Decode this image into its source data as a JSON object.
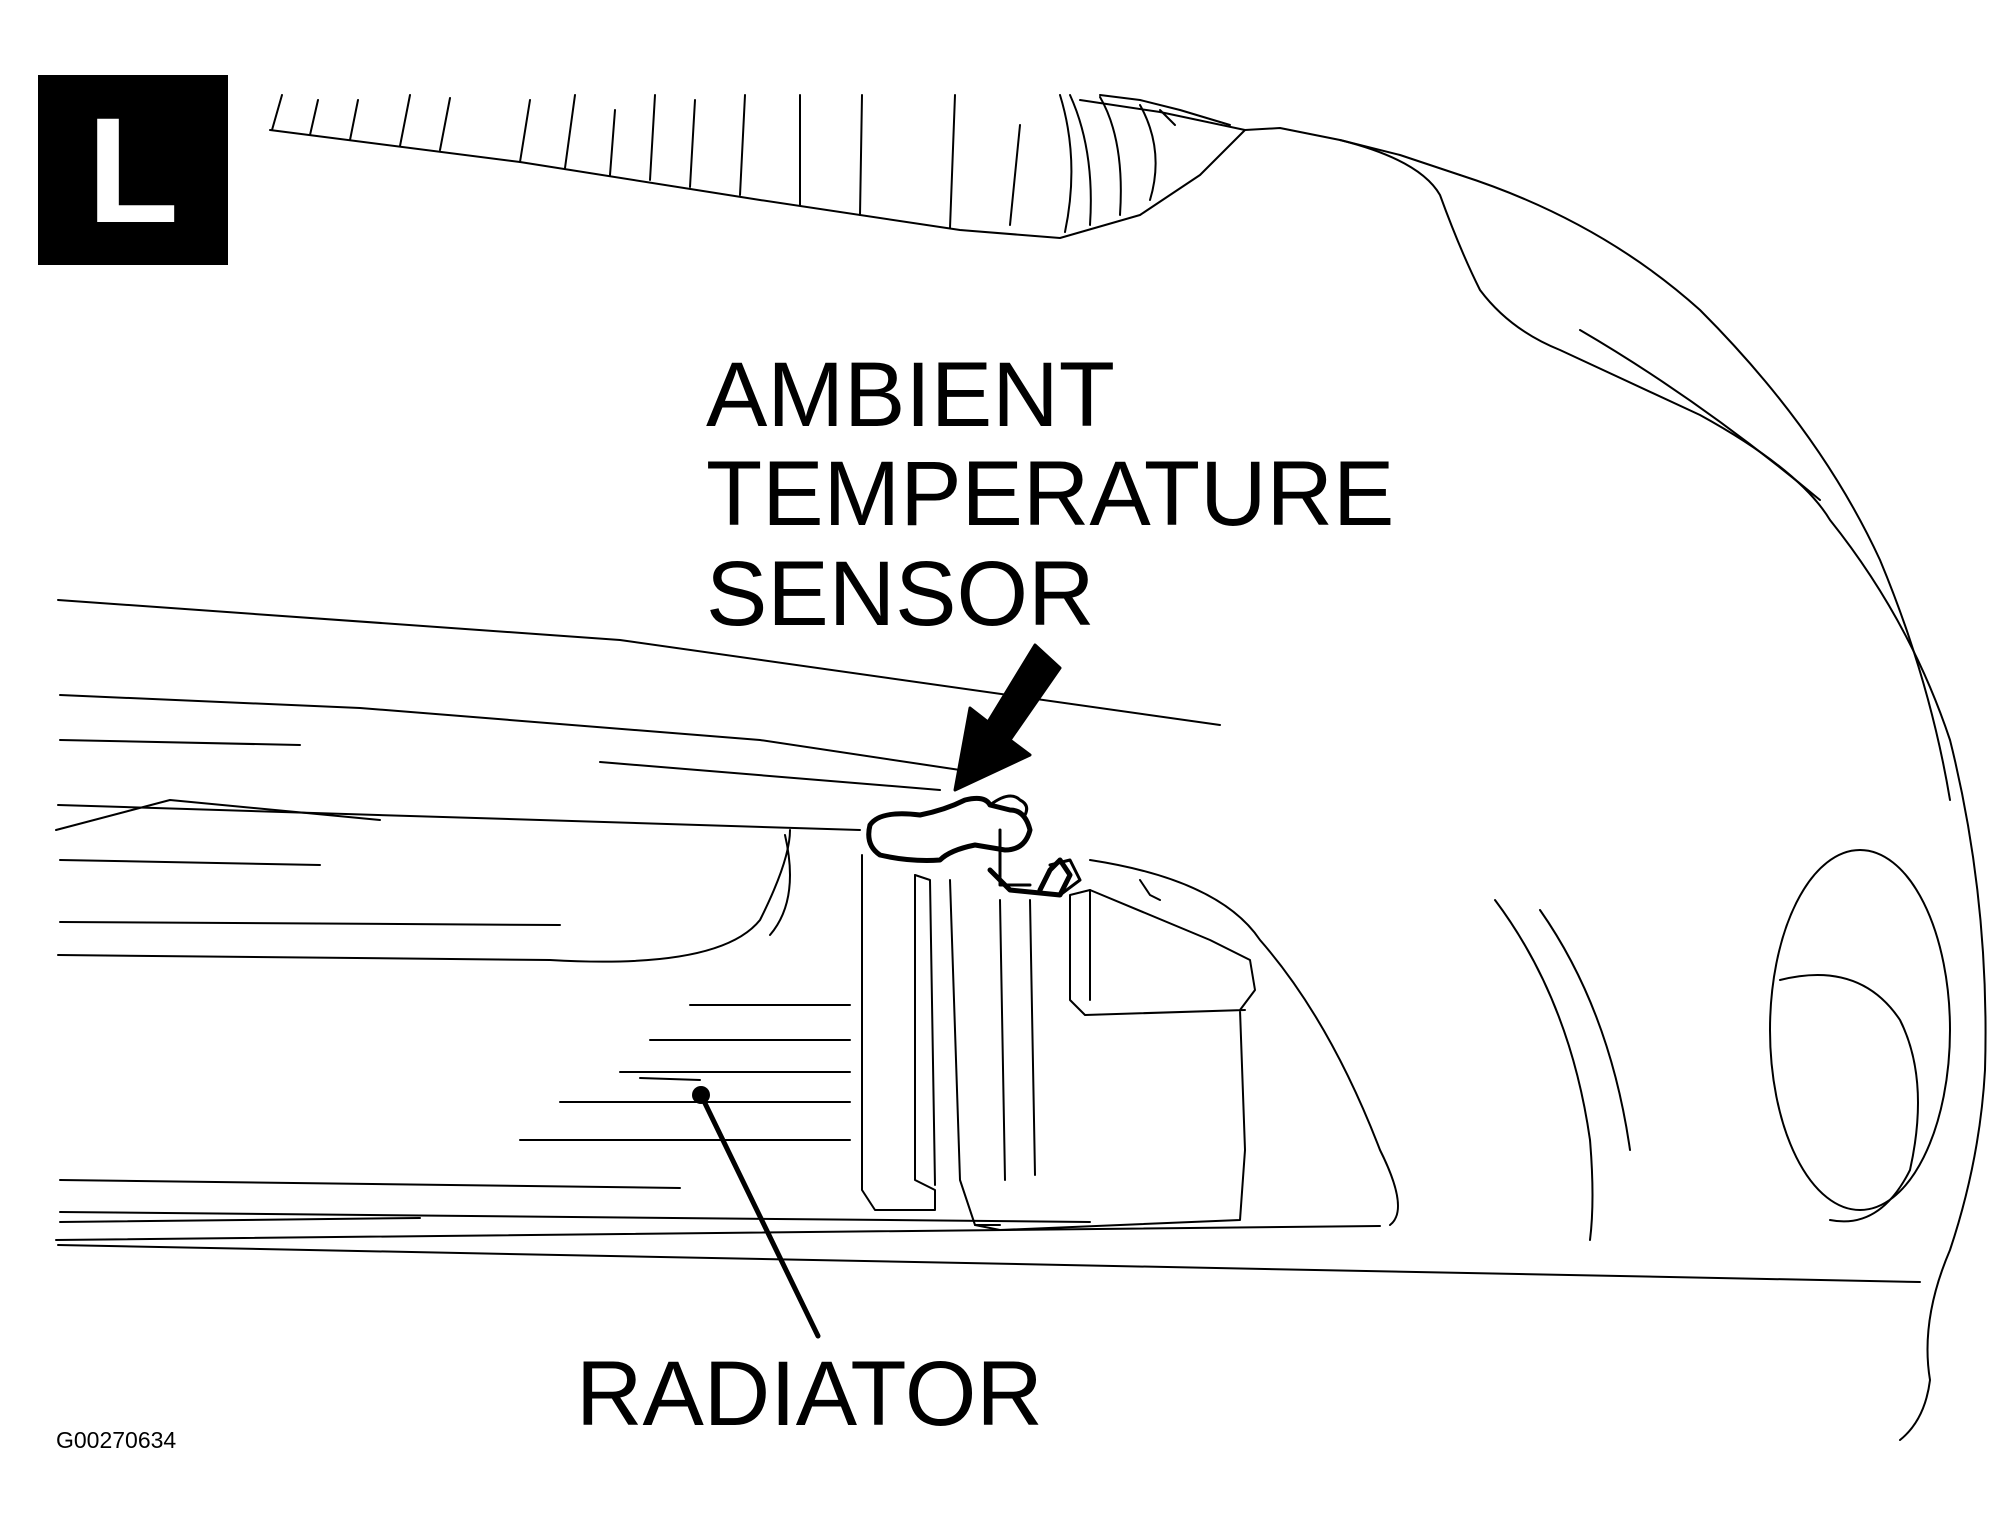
{
  "badge": {
    "letter": "L",
    "background": "#000000",
    "foreground": "#ffffff"
  },
  "labels": {
    "sensor_line1": "AMBIENT",
    "sensor_line2": "TEMPERATURE",
    "sensor_line3": "SENSOR",
    "radiator": "RADIATOR"
  },
  "figure_id": "G00270634",
  "colors": {
    "ink": "#000000",
    "paper": "#ffffff"
  }
}
